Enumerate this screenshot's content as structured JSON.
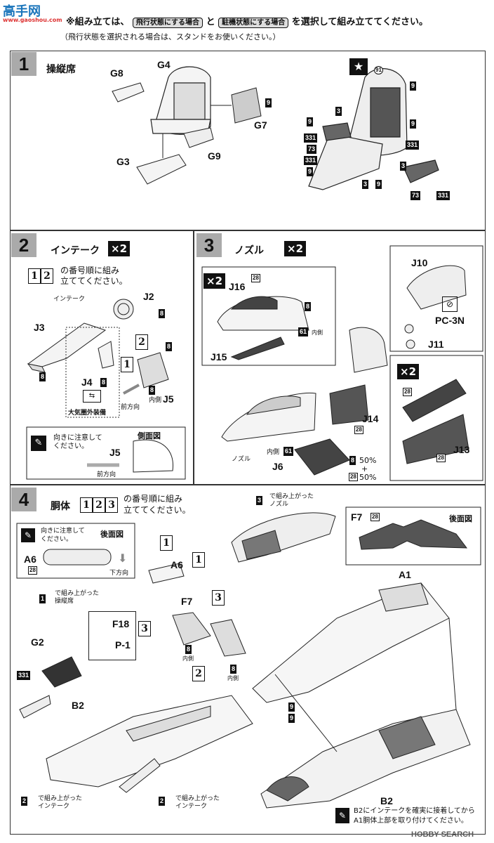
{
  "watermark": {
    "brand": "高手网",
    "url": "www.gaoshou.com"
  },
  "header": {
    "prefix": "※組み立ては、",
    "option1": "飛行状態にする場合",
    "conj": "と",
    "option2": "駐機状態にする場合",
    "suffix": "を選択して組み立ててください。",
    "subnote": "（飛行状態を選択される場合は、スタンドをお使いください。）"
  },
  "step1": {
    "number": "1",
    "title": "操縦席",
    "parts": [
      "G8",
      "G4",
      "G7",
      "G3",
      "G9"
    ],
    "badges": [
      "9",
      "9",
      "9",
      "9",
      "9",
      "9",
      "3",
      "3",
      "3",
      "331",
      "331",
      "331",
      "331",
      "73",
      "73",
      "91"
    ],
    "star": "★"
  },
  "step2": {
    "number": "2",
    "title": "インテーク",
    "multiplier": "×2",
    "order_prefix": "1 2",
    "order_text_1": "の番号順に組み",
    "order_text_2": "立ててください。",
    "intake_label": "インテーク",
    "parts": [
      "J2",
      "J3",
      "J4",
      "J5"
    ],
    "badges": [
      "8",
      "8",
      "8",
      "8",
      "8"
    ],
    "seq": [
      "1",
      "2"
    ],
    "outer_equipment": "大気圏外装備",
    "front_dir": "前方向",
    "inside": "内側",
    "note": "向きに注意して\nください。",
    "note_part": "J5",
    "note_dir": "前方向",
    "side_view": "側面図"
  },
  "step3": {
    "number": "3",
    "title": "ノズル",
    "multiplier": "×2",
    "sub_multiplier": "×2",
    "parts": [
      "J16",
      "J15",
      "J14",
      "J6",
      "J10",
      "PC-3N",
      "J11",
      "J13"
    ],
    "badges": [
      "28",
      "8",
      "61",
      "28",
      "61",
      "8",
      "28",
      "28",
      "28"
    ],
    "inside": "内側",
    "nozzle": "ノズル",
    "mix_a": "50%",
    "mix_plus": "+",
    "mix_b": "50%"
  },
  "step4": {
    "number": "4",
    "title": "胴体",
    "order_prefix": "1 2 3",
    "order_text_1": "の番号順に組み",
    "order_text_2": "立ててください。",
    "note": "向きに注意して\nください。",
    "rear_view": "後面図",
    "down_dir": "下方向",
    "assembled_nozzle": "で組み上がった\nノズル",
    "assembled_cockpit": "で組み上がった\n操縦席",
    "assembled_intake": "で組み上がった\nインテーク",
    "parts": [
      "A6",
      "F7",
      "F18",
      "P-1",
      "G2",
      "B2",
      "A1"
    ],
    "inside": "内側",
    "final_note_1": "B2にインテークを確実に接着してから",
    "final_note_2": "A1胴体上部を取り付けてください。",
    "badges": [
      "28",
      "8",
      "8",
      "331",
      "9",
      "9"
    ],
    "seq": [
      "1",
      "1",
      "2",
      "2",
      "3",
      "3"
    ]
  },
  "footer": {
    "source": "HOBBY SEARCH"
  }
}
